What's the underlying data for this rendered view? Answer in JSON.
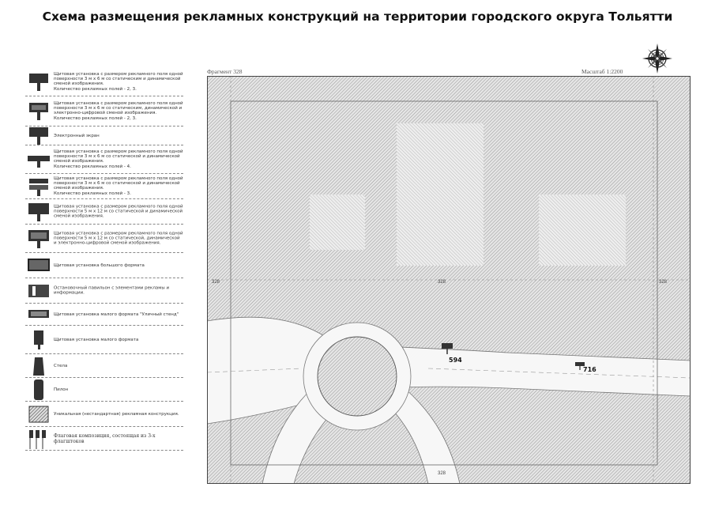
{
  "title": "Схема размещения рекламных конструкций на территории городского округа Тольятти",
  "fragment_label": "Фрагмент 328",
  "scale_label": "Масштаб 1:2200",
  "legend": [
    {
      "icon": "billboard-two-post-icon",
      "text": "Щитовая установка с размером рекламного поля одной поверхности 3 м х 6 м со статическим и динамической сменой изображения.\nКоличество рекламных полей - 2, 3."
    },
    {
      "icon": "billboard-digital-icon",
      "text": "Щитовая установка с размером рекламного поля одной поверхности 3 м х 6 м со статическим, динамической и электронно-цифровой сменой изображения.\nКоличество рекламных полей - 2, 3."
    },
    {
      "icon": "electronic-screen-icon",
      "text": "Электронный экран"
    },
    {
      "icon": "billboard-four-face-icon",
      "text": "Щитовая установка с размером рекламного поля одной поверхности 3 м х 6 м со статической и динамической сменой изображения.\nКоличество рекламных полей - 4."
    },
    {
      "icon": "billboard-triple-icon",
      "text": "Щитовая установка с размером рекламного поля одной поверхности 3 м х 6 м со статической и динамической сменой изображения.\nКоличество рекламных полей - 3."
    },
    {
      "icon": "billboard-large-icon",
      "text": "Щитовая установка с размером рекламного поля одной поверхности 5 м х 12 м со статической и динамической сменой изображения."
    },
    {
      "icon": "billboard-large-digital-icon",
      "text": "Щитовая установка с размером рекламного поля одной поверхности 5 м х 12 м со статической, динамической и электронно-цифровой сменой изображения."
    },
    {
      "icon": "large-format-icon",
      "text": "Щитовая установка большого формата"
    },
    {
      "icon": "bus-stop-pavilion-icon",
      "text": "Остановочный павильон с элементами рекламы и информации."
    },
    {
      "icon": "street-stand-icon",
      "text": "Щитовая установка малого формата \"Уличный стенд\""
    },
    {
      "icon": "small-format-icon",
      "text": "Щитовая установка малого формата"
    },
    {
      "icon": "stela-icon",
      "text": "Стела"
    },
    {
      "icon": "pylon-icon",
      "text": "Пилон"
    },
    {
      "icon": "unique-construction-icon",
      "text": "Уникальная (нестандартная) рекламная конструкция."
    },
    {
      "icon": "flag-composition-icon",
      "text": "Флаговая композиция, состоящая из 3-х флагштоков",
      "serif": true
    }
  ],
  "map": {
    "markers": [
      {
        "id": "594",
        "icon": "billboard-marker-icon",
        "label": "594"
      },
      {
        "id": "716",
        "icon": "billboard-marker-icon",
        "label": "716"
      }
    ],
    "labels": {
      "left_edge": "328",
      "center": "328",
      "bottom": "328",
      "right_edge": "328"
    }
  }
}
